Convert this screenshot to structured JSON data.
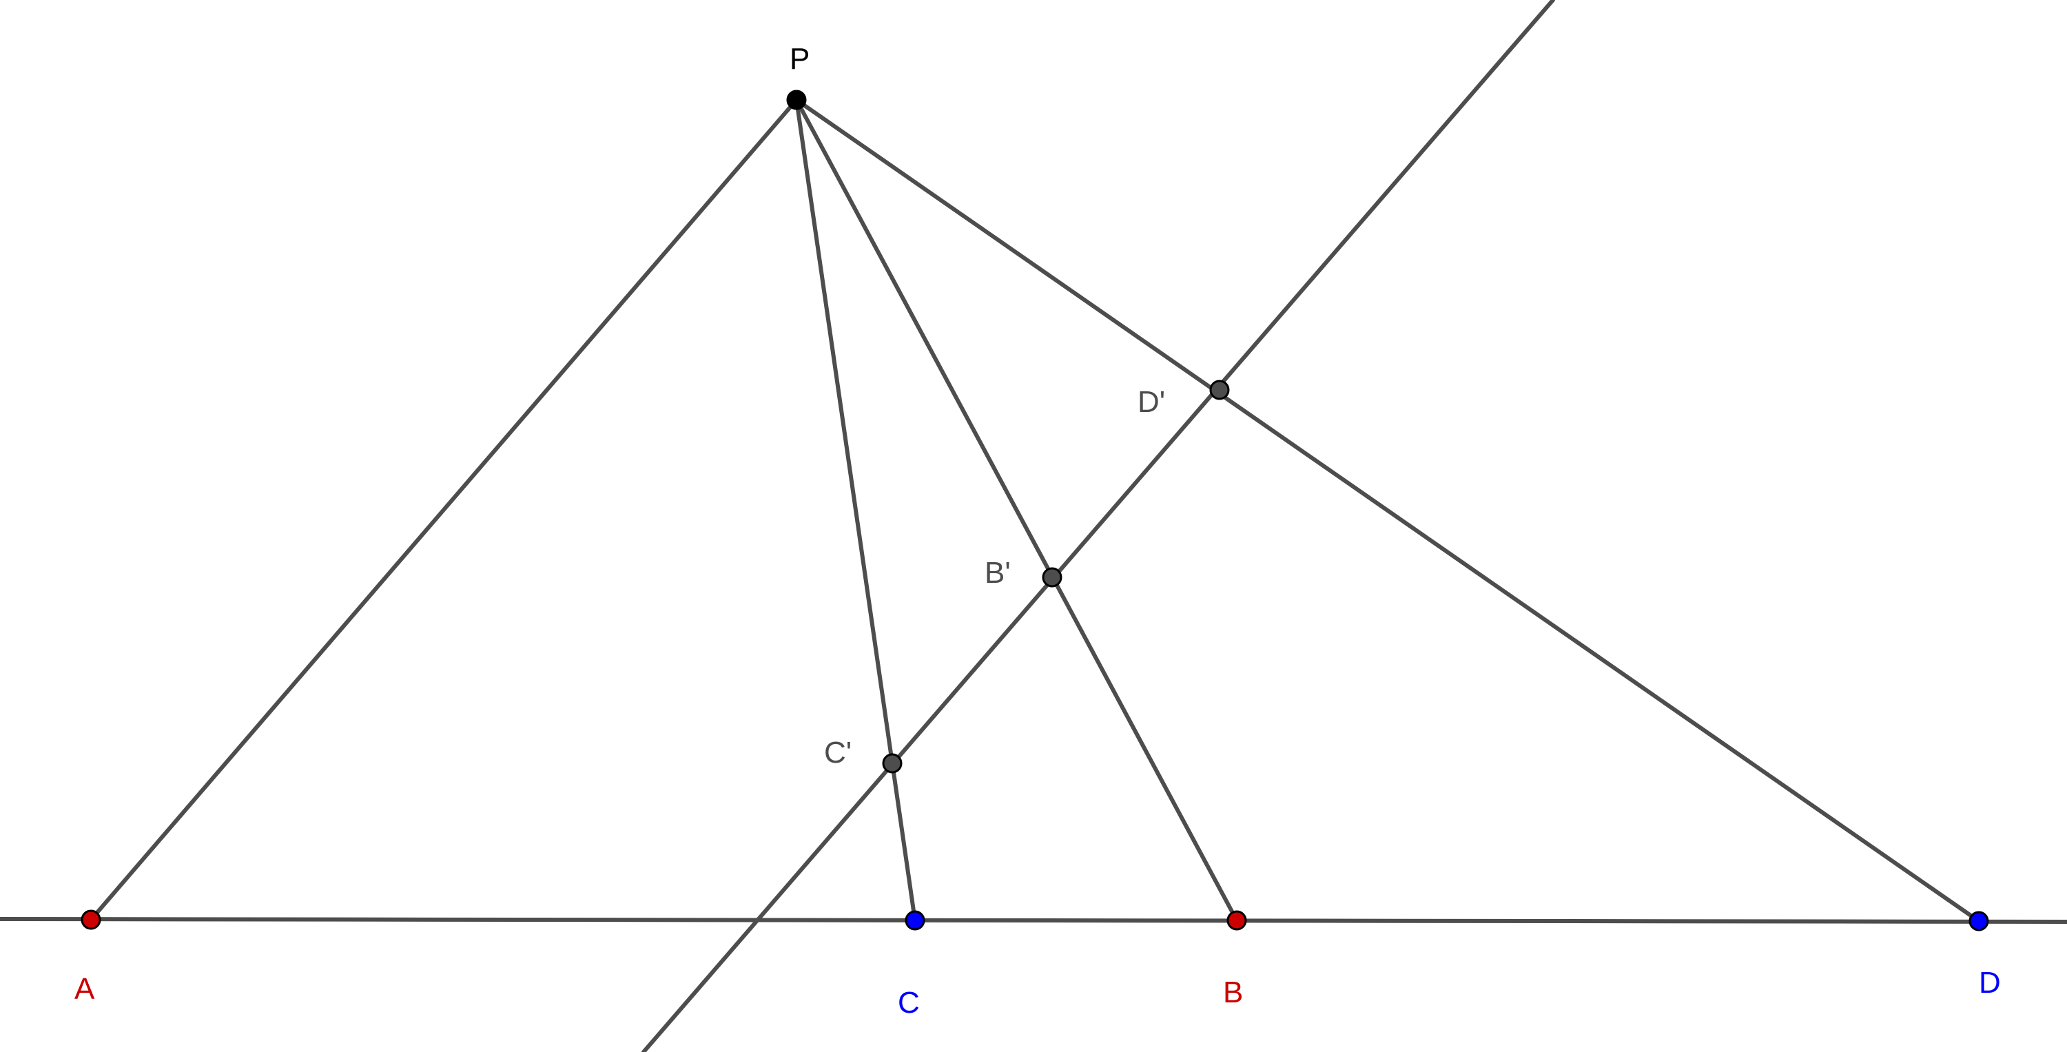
{
  "colors": {
    "line": "#4d4d4d",
    "red_point": "#cc0000",
    "blue_point": "#0000ff",
    "free_point": "#000000",
    "intersection_point": "#4d4d4d"
  },
  "points": {
    "P": {
      "label": "P",
      "color": "#000000"
    },
    "A": {
      "label": "A",
      "color": "#cc0000"
    },
    "B": {
      "label": "B",
      "color": "#cc0000"
    },
    "C": {
      "label": "C",
      "color": "#0000ff"
    },
    "D": {
      "label": "D",
      "color": "#0000ff"
    },
    "C_prime": {
      "label": "C'",
      "color": "#4d4d4d"
    },
    "B_prime": {
      "label": "B'",
      "color": "#4d4d4d"
    },
    "D_prime": {
      "label": "D'",
      "color": "#4d4d4d"
    }
  }
}
